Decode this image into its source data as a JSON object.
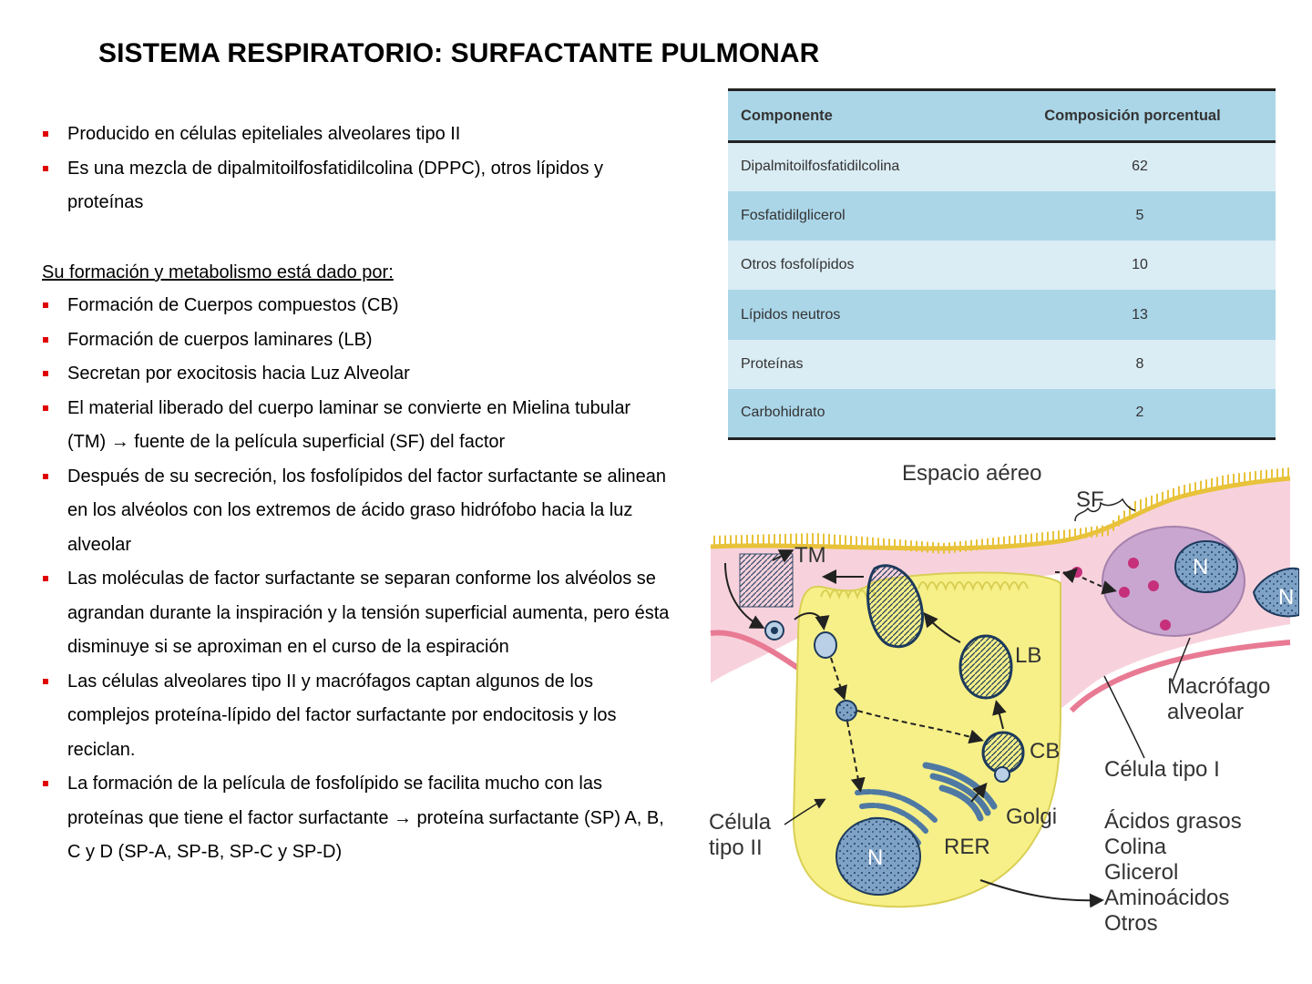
{
  "title": "SISTEMA RESPIRATORIO: SURFACTANTE PULMONAR",
  "intro_bullets": [
    "Producido en  células epiteliales alveolares tipo II",
    "Es una mezcla de dipalmitoilfosfatidilcolina (DPPC), otros lípidos y proteínas"
  ],
  "section_heading": "Su formación y metabolismo  está dado por:",
  "process_bullets": [
    "Formación de Cuerpos compuestos (CB)",
    "Formación de cuerpos laminares (LB)",
    "Secretan por exocitosis  hacia Luz Alveolar",
    "El material liberado del cuerpo laminar se convierte en Mielina tubular (TM) → fuente de la película superficial (SF) del factor",
    "Después de su secreción, los fosfolípidos del factor surfactante se alinean en los alvéolos con los extremos de ácido graso hidrófobo hacia la luz alveolar",
    "Las moléculas de factor surfactante se separan conforme los alvéolos se agrandan durante la inspiración y la tensión superficial aumenta, pero ésta disminuye si se aproximan en el curso de la espiración",
    "Las células alveolares tipo II y  macrófagos captan algunos de los complejos proteína-lípido del factor surfactante por endocitosis y los reciclan.",
    "La formación de la película de fosfolípido se facilita mucho con las proteínas que tiene el factor surfactante → proteína surfactante (SP) A, B, C y D (SP-A, SP-B, SP-C y SP-D)"
  ],
  "table": {
    "headers": [
      "Componente",
      "Composición porcentual"
    ],
    "rows": [
      {
        "component": "Dipalmitoilfosfatidilcolina",
        "percent": "62"
      },
      {
        "component": "Fosfatidilglicerol",
        "percent": "5"
      },
      {
        "component": "Otros fosfolípidos",
        "percent": "10"
      },
      {
        "component": "Lípidos neutros",
        "percent": "13"
      },
      {
        "component": "Proteínas",
        "percent": "8"
      },
      {
        "component": "Carbohidrato",
        "percent": "2"
      }
    ]
  },
  "diagram": {
    "airspace": "Espacio aéreo",
    "sf": "SF",
    "tm": "TM",
    "nucleus": "N",
    "lb": "LB",
    "cb": "CB",
    "golgi": "Golgi",
    "rer": "RER",
    "macrophage": [
      "Macrófago",
      "alveolar"
    ],
    "type1_cell": "Célula tipo I",
    "type2_cell": [
      "Célula",
      "tipo II"
    ],
    "precursors": [
      "Ácidos grasos",
      "Colina",
      "Glicerol",
      "Aminoácidos",
      "Otros"
    ]
  },
  "colors": {
    "bullet_marker": "#e00000",
    "table_header_bg": "#abd6e8",
    "table_light_row": "#daecf4",
    "cell_type2": "#f7f088",
    "tissue_pink": "#f7d2dc",
    "macrophage_purple": "#c9a6cf",
    "organelle_blue": "#6b8fb6"
  }
}
